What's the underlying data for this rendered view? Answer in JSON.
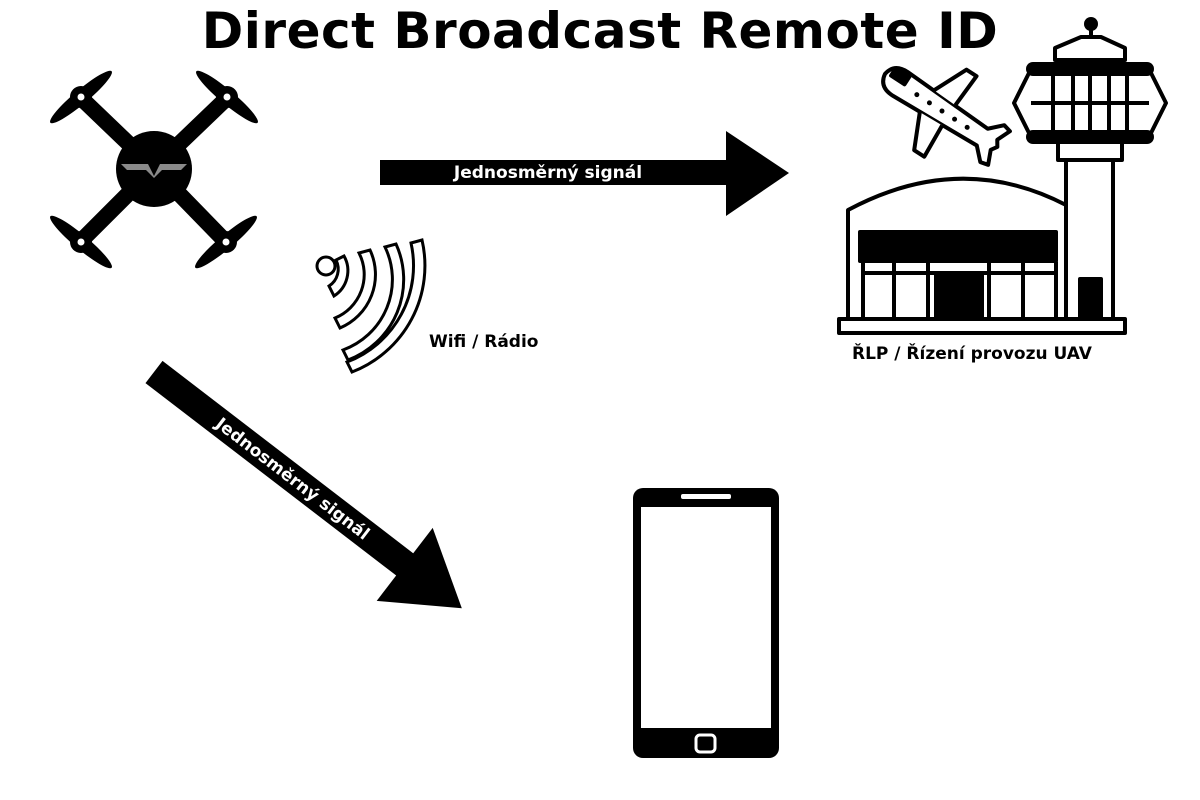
{
  "diagram": {
    "title": "Direct Broadcast Remote ID",
    "nodes": [
      {
        "id": "drone",
        "icon": "drone-icon",
        "label": ""
      },
      {
        "id": "atc",
        "icon": "airport-control-tower-icon",
        "label": "ŘLP / Řízení provozu UAV"
      },
      {
        "id": "phone",
        "icon": "smartphone-icon",
        "label": ""
      }
    ],
    "signal": {
      "icon": "wireless-signal-icon",
      "label": "Wifi / Rádio"
    },
    "edges": [
      {
        "from": "drone",
        "to": "atc",
        "label": "Jednosměrný signál",
        "direction": "one-way"
      },
      {
        "from": "drone",
        "to": "phone",
        "label": "Jednosměrný signál",
        "direction": "one-way"
      }
    ],
    "colors": {
      "foreground": "#000000",
      "background": "#ffffff",
      "drone_accent": "#8a8a8a"
    }
  }
}
